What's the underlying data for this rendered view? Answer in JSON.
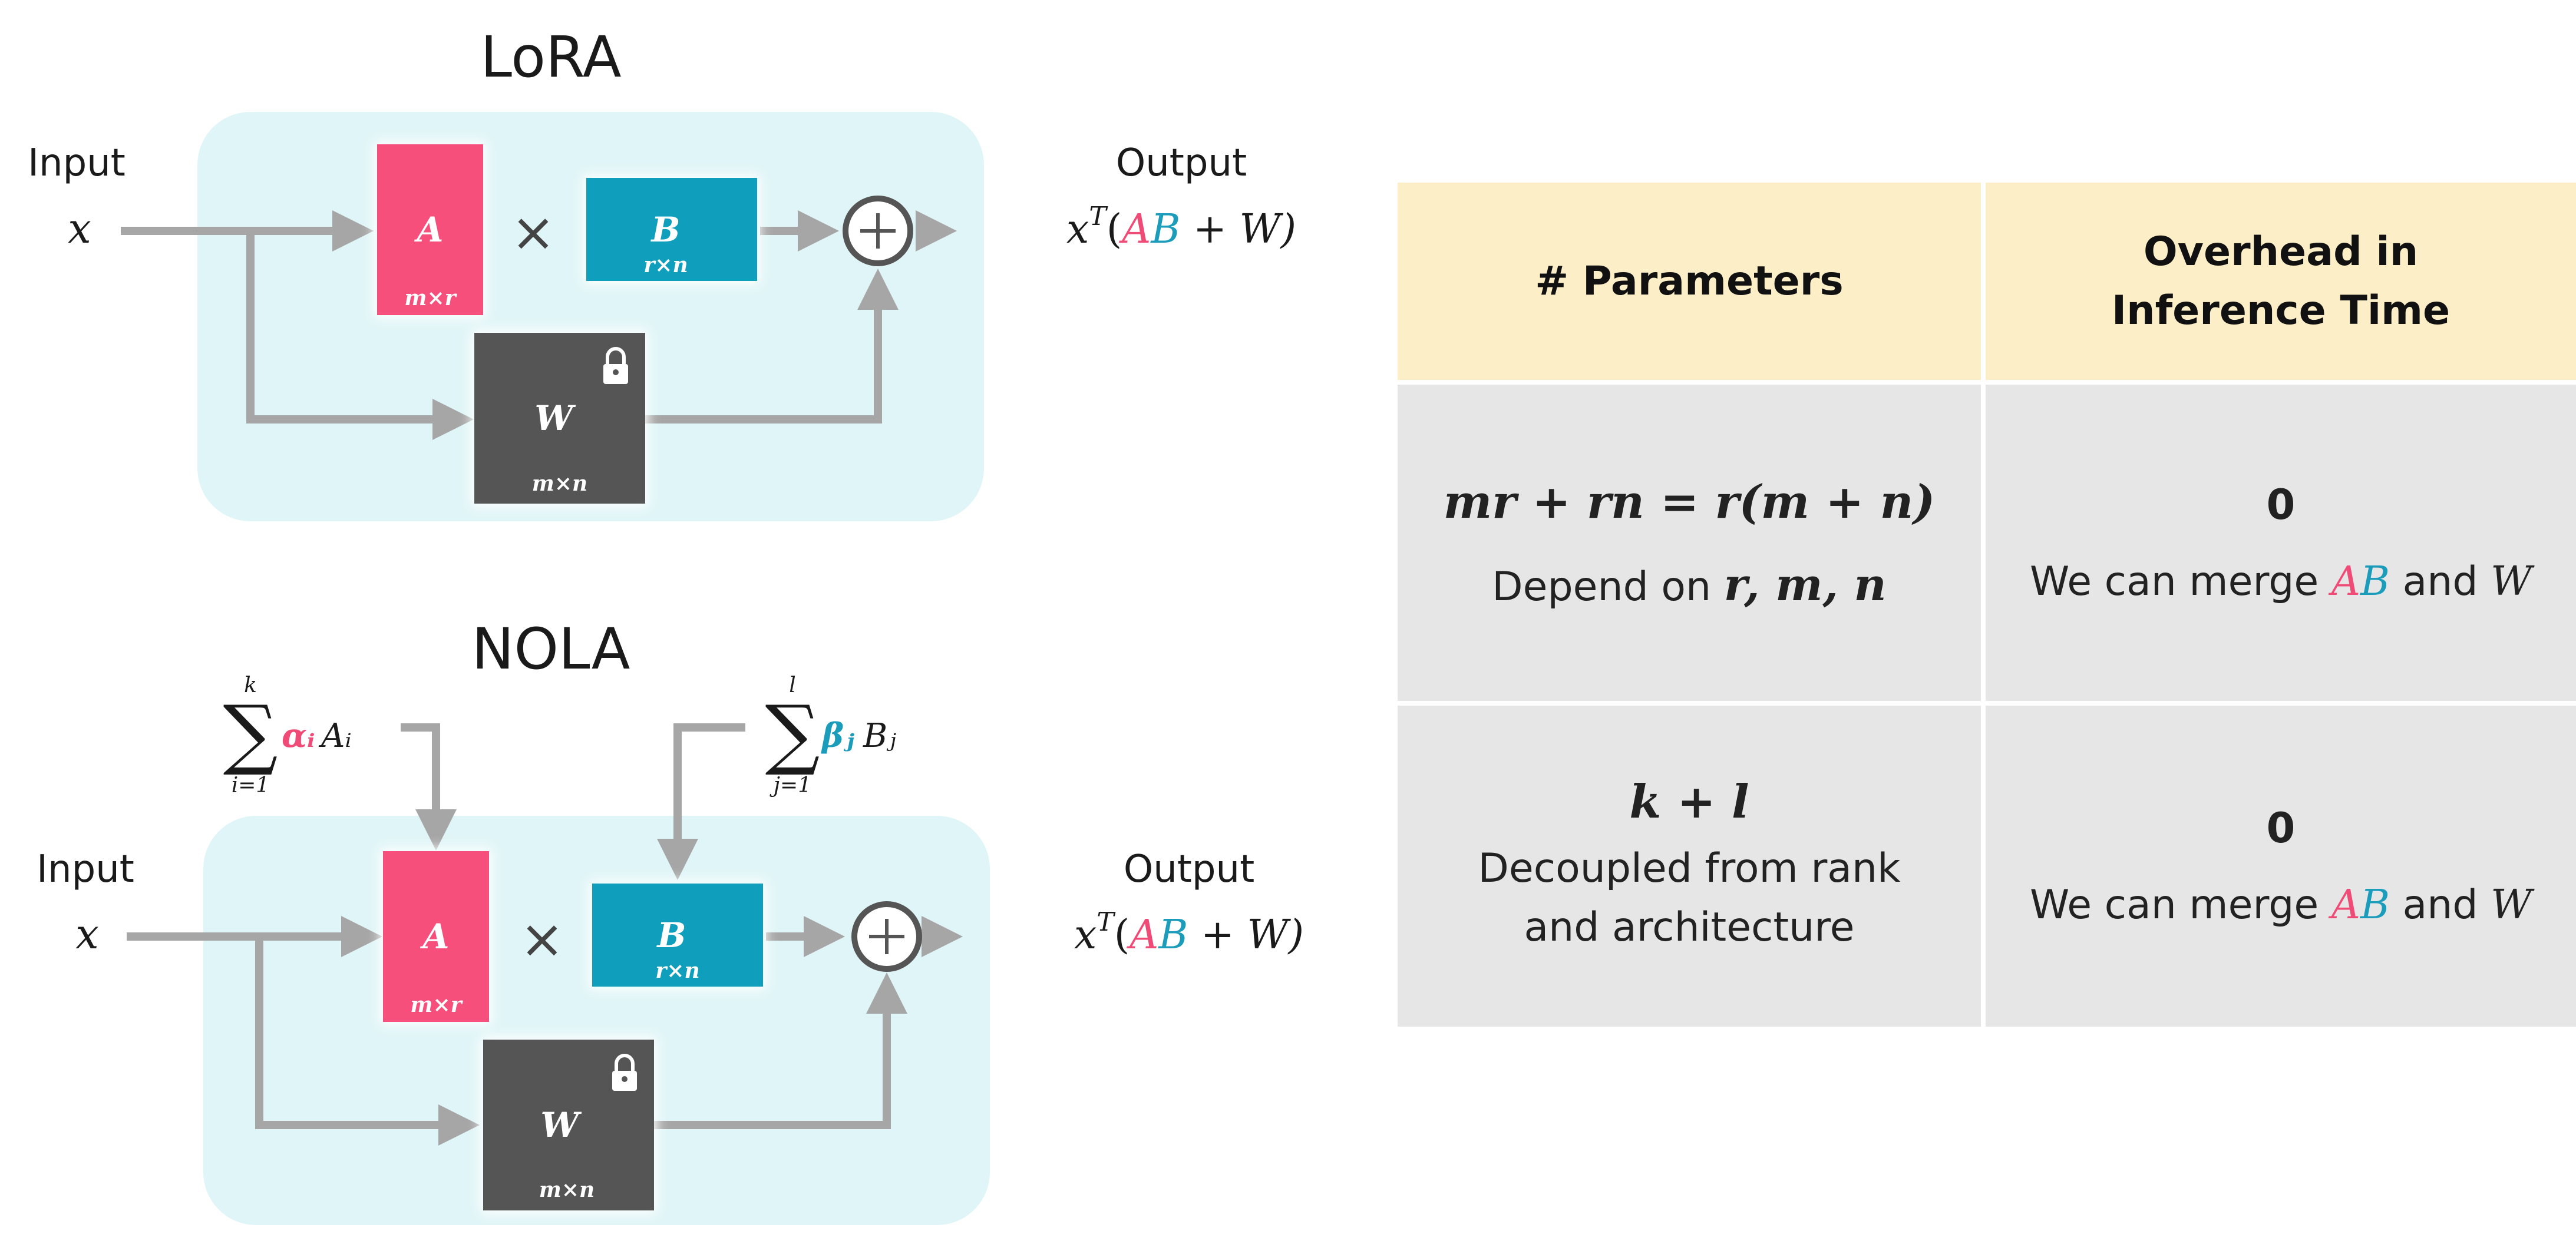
{
  "lora": {
    "title": "LoRA",
    "input_label": "Input",
    "input_var": "x",
    "output_label": "Output",
    "output_prefix": "x",
    "output_sup": "T",
    "output_open": "(",
    "output_a": "A",
    "output_b": "B",
    "output_rest": " + W)",
    "matrix_a": "A",
    "matrix_a_dim": "m×r",
    "matrix_b": "B",
    "matrix_b_dim": "r×n",
    "matrix_w": "W",
    "matrix_w_dim": "m×n",
    "times": "×",
    "plus": "+"
  },
  "nola": {
    "title": "NOLA",
    "input_label": "Input",
    "input_var": "x",
    "output_label": "Output",
    "output_prefix": "x",
    "output_sup": "T",
    "output_open": "(",
    "output_a": "A",
    "output_b": "B",
    "output_rest": " + W)",
    "matrix_a": "A",
    "matrix_a_dim": "m×r",
    "matrix_b": "B",
    "matrix_b_dim": "r×n",
    "matrix_w": "W",
    "matrix_w_dim": "m×n",
    "times": "×",
    "plus": "+",
    "sum_a_upper": "k",
    "sum_a_lower": "i=1",
    "sum_a_coef": "αᵢ",
    "sum_a_term": "Aᵢ",
    "sum_b_upper": "l",
    "sum_b_lower": "j=1",
    "sum_b_coef": "βⱼ",
    "sum_b_term": "Bⱼ",
    "sigma": "∑"
  },
  "table": {
    "header_params": "# Parameters",
    "header_overhead_1": "Overhead in",
    "header_overhead_2": "Inference Time",
    "lora_formula": "mr + rn = r(m + n)",
    "lora_depend_text": "Depend on ",
    "lora_depend_vars": "r, m, n",
    "lora_overhead": "0",
    "merge_text_1": "We can merge ",
    "merge_a": "A",
    "merge_b": "B",
    "merge_text_2": " and ",
    "merge_w": "W",
    "nola_formula": "k + l",
    "nola_desc_1": "Decoupled from rank",
    "nola_desc_2": "and architecture",
    "nola_overhead": "0"
  },
  "colors": {
    "matrix_a": "#f74f7b",
    "matrix_b": "#0f9fbd",
    "matrix_w": "#555555",
    "panel": "#e0f5f7",
    "arrow": "#a6a6a6",
    "table_header": "#fcefc7",
    "table_body": "#e6e6e6"
  }
}
